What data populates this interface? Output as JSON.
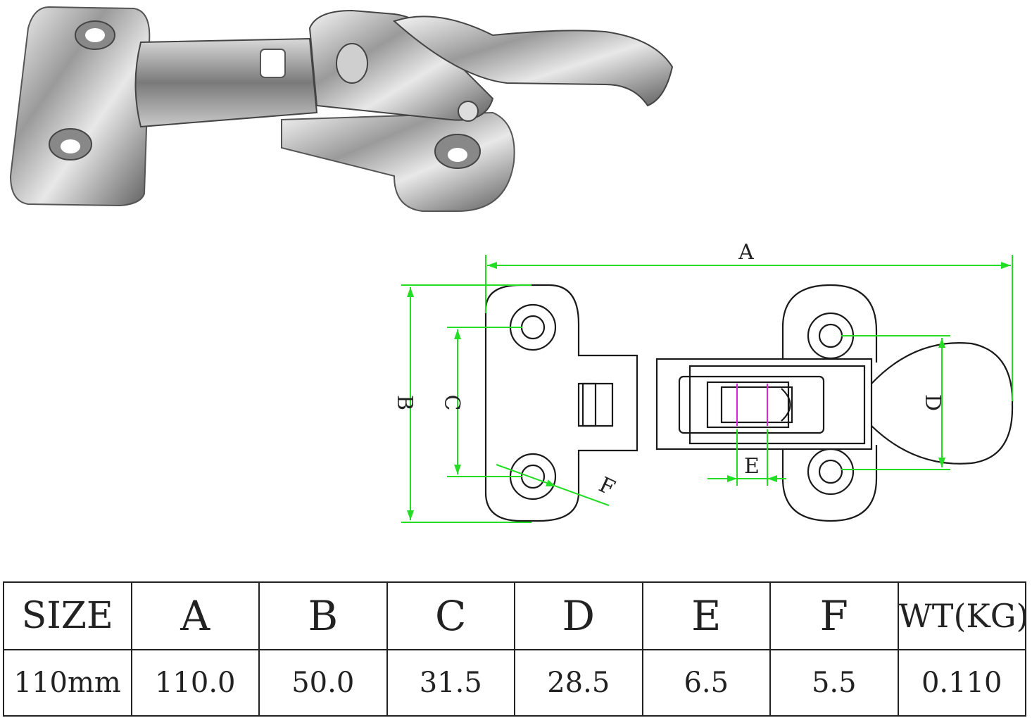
{
  "drawing": {
    "colors": {
      "outline": "#1a1a1a",
      "dimension": "#22dd22",
      "marker": "#dd22dd"
    },
    "labels": {
      "A": "A",
      "B": "B",
      "C": "C",
      "D": "D",
      "E": "E",
      "F": "F"
    }
  },
  "table": {
    "headers": [
      "SIZE",
      "A",
      "B",
      "C",
      "D",
      "E",
      "F",
      "WT(KG)"
    ],
    "rows": [
      [
        "110mm",
        "110.0",
        "50.0",
        "31.5",
        "28.5",
        "6.5",
        "5.5",
        "0.110"
      ]
    ]
  }
}
